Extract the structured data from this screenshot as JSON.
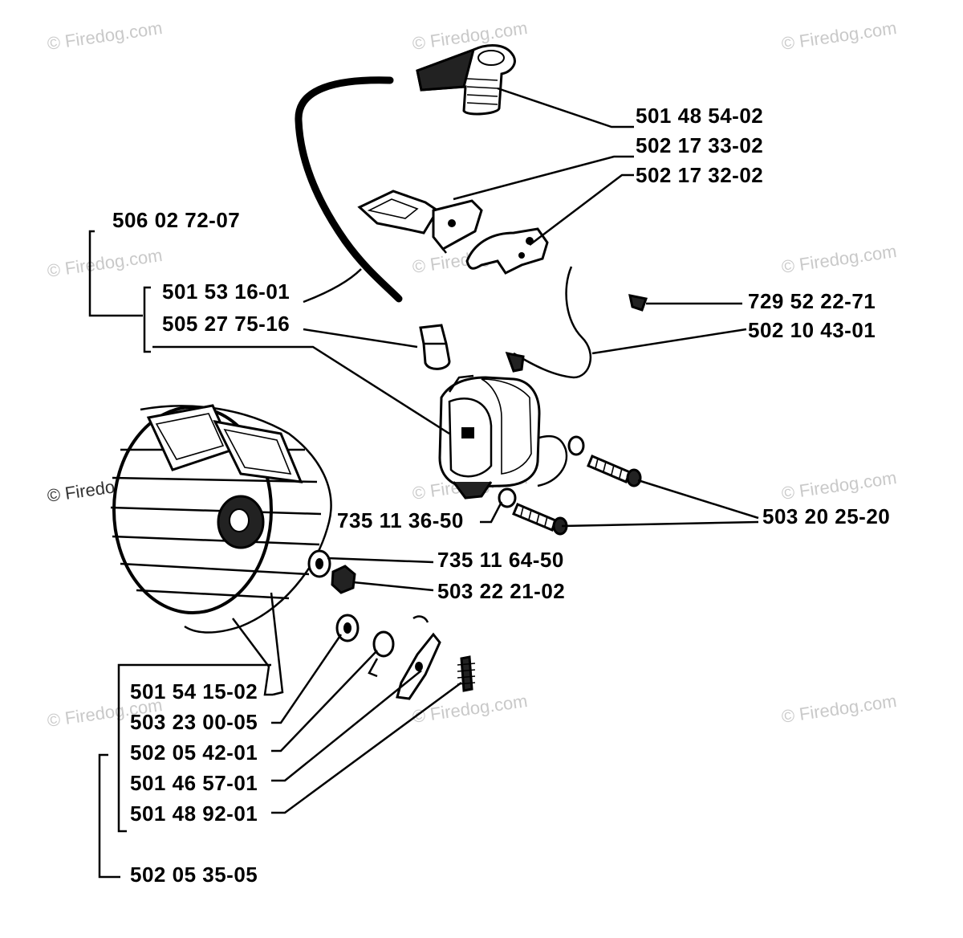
{
  "watermark": {
    "text": "© Firedog.com",
    "color": "#c9c9c9"
  },
  "part_numbers": {
    "p501485402": "501 48 54-02",
    "p502173302": "502 17 33-02",
    "p502173202": "502 17 32-02",
    "p506027207": "506 02 72-07",
    "p501531601": "501 53 16-01",
    "p505277516": "505 27 75-16",
    "p729522271": "729 52 22-71",
    "p502104301": "502 10 43-01",
    "p503202520": "503 20 25-20",
    "p735113650": "735 11 36-50",
    "p735116450": "735 11 64-50",
    "p503222102": "503 22 21-02",
    "p501541502": "501 54 15-02",
    "p503230005": "503 23 00-05",
    "p502054201": "502 05 42-01",
    "p501465701": "501 46 57-01",
    "p501489201": "501 48 92-01",
    "p502053505": "502 05 35-05"
  },
  "icons": [
    "flywheel-icon",
    "ignition-module-icon",
    "spark-plug-cap-icon",
    "ignition-wire-icon",
    "switch-bracket-icon",
    "screw-icon",
    "washer-icon",
    "nut-icon",
    "key-icon",
    "pawl-icon",
    "spring-icon"
  ]
}
